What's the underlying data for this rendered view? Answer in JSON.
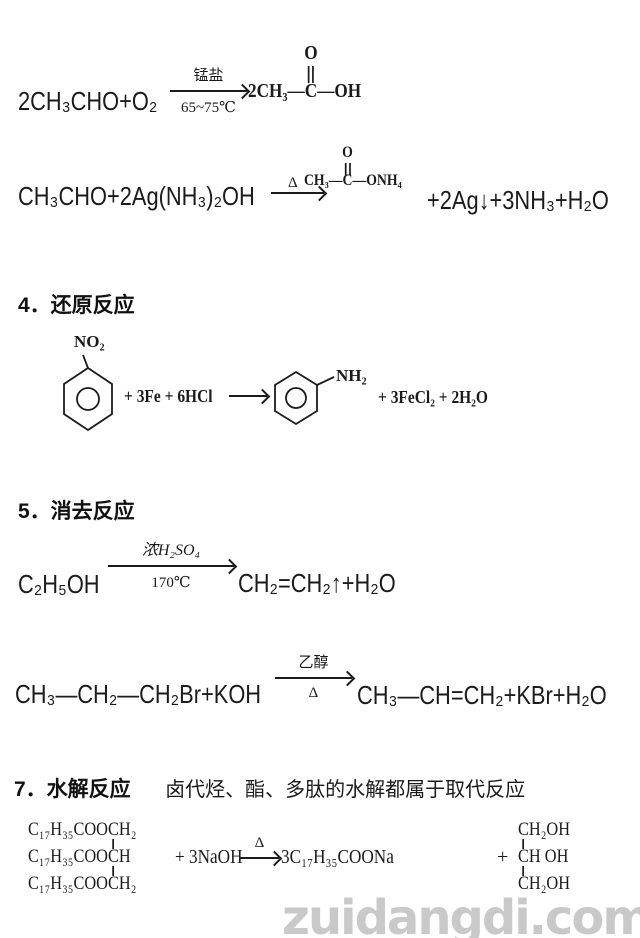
{
  "page": {
    "background": "#ffffff",
    "ink": "#1b1b1b",
    "watermark_color": "#c9c9c9"
  },
  "r1": {
    "reactants": "2CH₃CHO+O₂",
    "cond_top": "锰盐",
    "cond_bottom": "65~75℃",
    "product": {
      "o": "O",
      "pre": "2CH₃—",
      "c": "C",
      "post": "—OH"
    }
  },
  "r2": {
    "reactants": "CH₃CHO+2Ag(NH₃)₂OH",
    "cond": "Δ",
    "product": {
      "o": "O",
      "pre": "CH₃—",
      "c": "C",
      "post": "—ONH₄"
    },
    "byproducts": "+2Ag↓+3NH₃+H₂O"
  },
  "s4": {
    "heading": "4．还原反应",
    "nitro": "NO₂",
    "reagents": "+ 3Fe + 6HCl",
    "amine": "NH₂",
    "products": "+ 3FeCl₂ + 2H₂O"
  },
  "s5": {
    "heading": "5．消去反应",
    "dehydration": {
      "left": "C₂H₅OH",
      "cond_top": "浓H₂SO₄",
      "cond_bottom": "170℃",
      "right": "CH₂=CH₂↑+H₂O"
    },
    "elimination": {
      "left": "CH₃—CH₂—CH₂Br+KOH",
      "cond_top": "乙醇",
      "cond_bottom": "Δ",
      "right": "CH₃—CH=CH₂+KBr+H₂O"
    }
  },
  "s7": {
    "heading": "7．水解反应",
    "note": "卤代烃、酯、多肽的水解都属于取代反应",
    "glyceride": [
      {
        "pre": "C₁₇H₃₅COO",
        "c": "C",
        "post": "H₂"
      },
      {
        "pre": "C₁₇H₃₅COO",
        "c": "C",
        "post": "H"
      },
      {
        "pre": "C₁₇H₃₅COO",
        "c": "C",
        "post": "H₂"
      }
    ],
    "plus_naoh": "+ 3NaOH",
    "cond": "Δ",
    "product": "3C₁₇H₃₅COONa",
    "plus": "+",
    "glycerol": [
      {
        "c": "C",
        "post": "H₂OH"
      },
      {
        "c": "C",
        "post": "H OH"
      },
      {
        "c": "C",
        "post": "H₂OH"
      }
    ]
  },
  "watermark": "zuidangdi.com"
}
